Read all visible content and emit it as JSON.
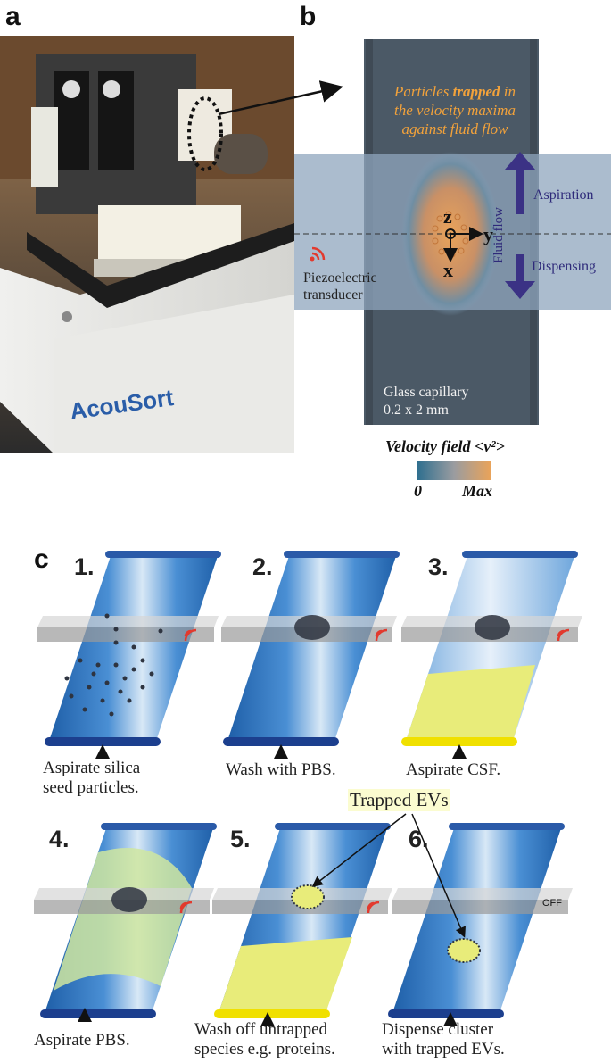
{
  "panels": {
    "a": "a",
    "b": "b",
    "c": "c"
  },
  "photo": {
    "brand": "AcouSort"
  },
  "schematic": {
    "trapped_pre": "Particles ",
    "trapped_bold": "trapped",
    "trapped_post": " in",
    "trapped_line2": "the velocity maxima",
    "trapped_line3": "against fluid flow",
    "aspiration": "Aspiration",
    "dispensing": "Dispensing",
    "fluid_flow": "Fluid flow",
    "transducer_line1": "Piezoelectric",
    "transducer_line2": "transducer",
    "capillary_line1": "Glass capillary",
    "capillary_line2": "0.2 x 2 mm",
    "axis_z": "z",
    "axis_y": "y",
    "axis_x": "x",
    "colorbar_title": "Velocity field <v²>",
    "colorbar_min": "0",
    "colorbar_max": "Max",
    "colors": {
      "low": "#2f6f8f",
      "high": "#e9a35a",
      "capillary": "#4b5966",
      "accent": "#2e2a7a",
      "trap_label": "#f2a23b"
    }
  },
  "steps": [
    {
      "num": "1.",
      "caption_line1": "Aspirate silica",
      "caption_line2": "seed particles."
    },
    {
      "num": "2.",
      "caption_line1": "Wash with PBS.",
      "caption_line2": ""
    },
    {
      "num": "3.",
      "caption_line1": "Aspirate CSF.",
      "caption_line2": ""
    },
    {
      "num": "4.",
      "caption_line1": "Aspirate PBS.",
      "caption_line2": ""
    },
    {
      "num": "5.",
      "caption_line1": "Wash off untrapped",
      "caption_line2": "species e.g. proteins."
    },
    {
      "num": "6.",
      "caption_line1": "Dispense cluster",
      "caption_line2": "with trapped EVs."
    }
  ],
  "trapped_evs": "Trapped EVs",
  "off_label": "OFF"
}
